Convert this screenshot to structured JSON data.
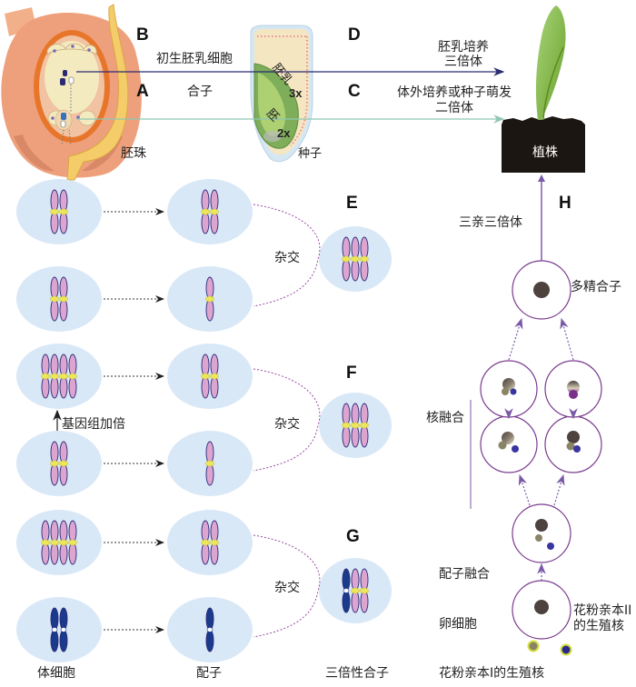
{
  "letters": {
    "A": "A",
    "B": "B",
    "C": "C",
    "D": "D",
    "E": "E",
    "F": "F",
    "G": "G",
    "H": "H"
  },
  "top": {
    "ovule_label": "胚珠",
    "primary_endosperm_cell": "初生胚乳细胞",
    "zygote": "合子",
    "seed_label": "种子",
    "seed_endosperm": "胚乳",
    "seed_endosperm_ploidy": "3x",
    "seed_embryo": "胚",
    "seed_embryo_ploidy": "2x",
    "path_D_line1": "胚乳培养",
    "path_D_line2": "三倍体",
    "path_C_line1": "体外培养或种子萌发",
    "path_C_line2": "二倍体",
    "plant_label": "植株"
  },
  "left": {
    "cross_label": "杂交",
    "genome_doubling": "基因组加倍",
    "col_somatic": "体细胞",
    "col_gamete": "配子",
    "col_triploid_zygote": "三倍性合子"
  },
  "right": {
    "three_parent_triploid": "三亲三倍体",
    "polyspermic_zygote": "多精合子",
    "nuclear_fusion": "核融合",
    "gamete_fusion": "配子融合",
    "egg_cell": "卵细胞",
    "pollen_parent_II_line1": "花粉亲本II",
    "pollen_parent_II_line2": "的生殖核",
    "pollen_parent_I": "花粉亲本I的生殖核"
  },
  "colors": {
    "cell_fill": "#d9e8f7",
    "chromosome_pink": "#dca5cf",
    "chromosome_outline": "#2a2a7a",
    "centromere_yellow": "#ece75a",
    "chromosome_blue": "#1b3a8c",
    "path_D_arrow": "#2b2a72",
    "path_C_arrow": "#8fc7b4",
    "zygote_circle": "#7a3b8f",
    "flow_arrow": "#7a5aa8",
    "cross_curve": "#9a4aa5"
  }
}
